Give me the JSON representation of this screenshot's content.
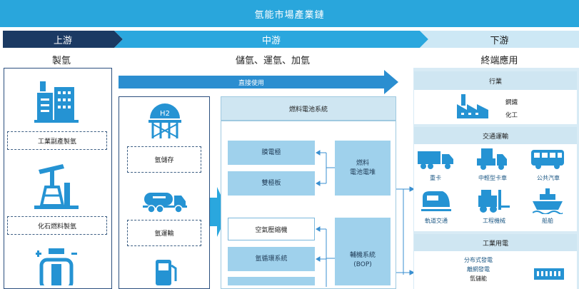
{
  "title": "氫能市場產業鏈",
  "stages": {
    "upstream": {
      "label": "上游",
      "subtitle": "製氫"
    },
    "midstream": {
      "label": "中游",
      "subtitle": "儲氫、運氫、加氫"
    },
    "downstream": {
      "label": "下游",
      "subtitle": "終端應用"
    }
  },
  "upstream_items": [
    "工業副產製氫",
    "化石燃料製氫"
  ],
  "midstream": {
    "direct_use": "直接使用",
    "storage": "氫儲存",
    "transport": "氫運輸",
    "fuel_cell_system": "燃料電池系統",
    "fuel_cell_parts": [
      "膜電極",
      "雙極板"
    ],
    "fuel_cell_stack": "燃料\n電池電堆",
    "bop_parts": [
      "空氣壓縮機",
      "氫循環系統"
    ],
    "bop": "輔機系統\n(BOP)"
  },
  "downstream": {
    "industry": {
      "header": "行業",
      "items": [
        "鋼鐵",
        "化工"
      ]
    },
    "transportation": {
      "header": "交通運輸",
      "items": [
        "重卡",
        "中輕型卡車",
        "公共汽車",
        "軌道交通",
        "工程機械",
        "船舶"
      ]
    },
    "industrial_power": {
      "header": "工業用電",
      "items": [
        "分布式發電",
        "離網發電",
        "氫儲能"
      ]
    }
  },
  "colors": {
    "title_bg": "#29a6dc",
    "upstream_bg": "#1b3a63",
    "midstream_bg": "#2aa7de",
    "downstream_bg": "#cde8f5",
    "icon_blue": "#1e88c8",
    "light_box": "#9fd1ec"
  }
}
